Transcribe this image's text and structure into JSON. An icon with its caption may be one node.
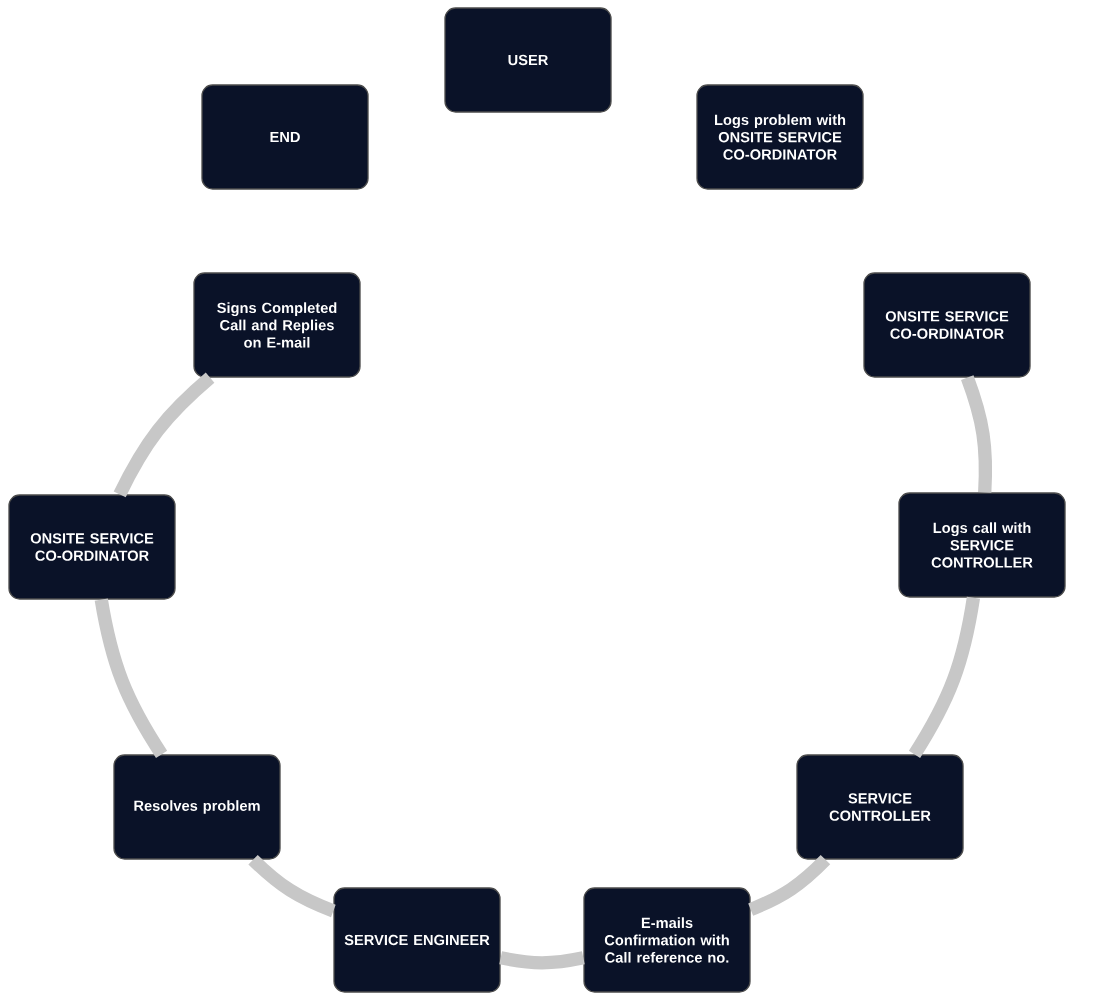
{
  "diagram": {
    "nodes": [
      {
        "text": [
          "USER"
        ]
      },
      {
        "text": [
          "Logs problem with ONSITE SERVICE CO-ORDINATOR"
        ]
      },
      {
        "text": [
          "ONSITE SERVICE CO-ORDINATOR"
        ]
      },
      {
        "text": [
          "Logs call with SERVICE CONTROLLER"
        ]
      },
      {
        "text": [
          "SERVICE CONTROLLER"
        ]
      },
      {
        "text": [
          "E-mails Confirmation with Call reference no."
        ]
      },
      {
        "text": [
          "SERVICE ENGINEER"
        ]
      },
      {
        "text": [
          "Resolves problem"
        ]
      },
      {
        "text": [
          "ONSITE SERVICE CO-ORDINATOR"
        ]
      },
      {
        "text": [
          "Signs Completed Call and Replies on E-mail"
        ]
      },
      {
        "text": [
          "END"
        ]
      }
    ],
    "edges": [
      {
        "from": 2,
        "to": 3,
        "arrow": "none"
      },
      {
        "from": 3,
        "to": 4,
        "arrow": "none"
      },
      {
        "from": 4,
        "to": 5,
        "arrow": "none"
      },
      {
        "from": 5,
        "to": 6,
        "arrow": "none"
      },
      {
        "from": 6,
        "to": 7,
        "arrow": "none"
      },
      {
        "from": 7,
        "to": 8,
        "arrow": "none"
      },
      {
        "from": 8,
        "to": 9,
        "arrow": "none"
      }
    ]
  }
}
